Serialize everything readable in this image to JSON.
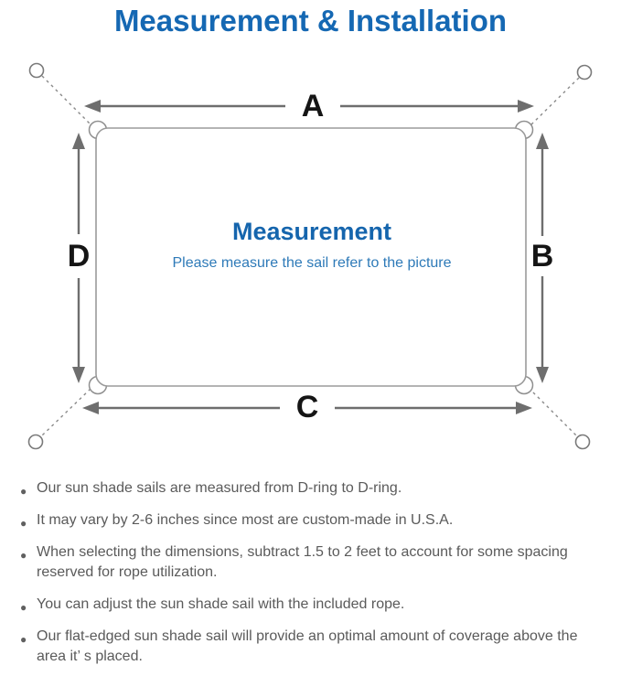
{
  "title": "Measurement & Installation",
  "diagram": {
    "center_title": "Measurement",
    "center_subtitle": "Please measure the sail refer to the picture",
    "dimension_labels": {
      "top": "A",
      "right": "B",
      "bottom": "C",
      "left": "D"
    }
  },
  "notes": [
    "Our sun shade sails are measured from D-ring to D-ring.",
    "It may vary by 2-6 inches since most are custom-made in U.S.A.",
    "When selecting the dimensions, subtract 1.5 to 2 feet to account for some spacing reserved for rope utilization.",
    "You can adjust the sun shade sail with the included rope.",
    "Our flat-edged sun shade sail will provide an optimal amount of coverage above the area it’ s placed."
  ],
  "colors": {
    "title_blue": "#1568b3",
    "center_title_blue": "#1565ad",
    "subtitle_blue": "#2e7ab8",
    "note_text_gray": "#5a5a5a",
    "arrow_gray": "#6e6e6e",
    "sail_outline_gray": "#9b9b9b"
  }
}
